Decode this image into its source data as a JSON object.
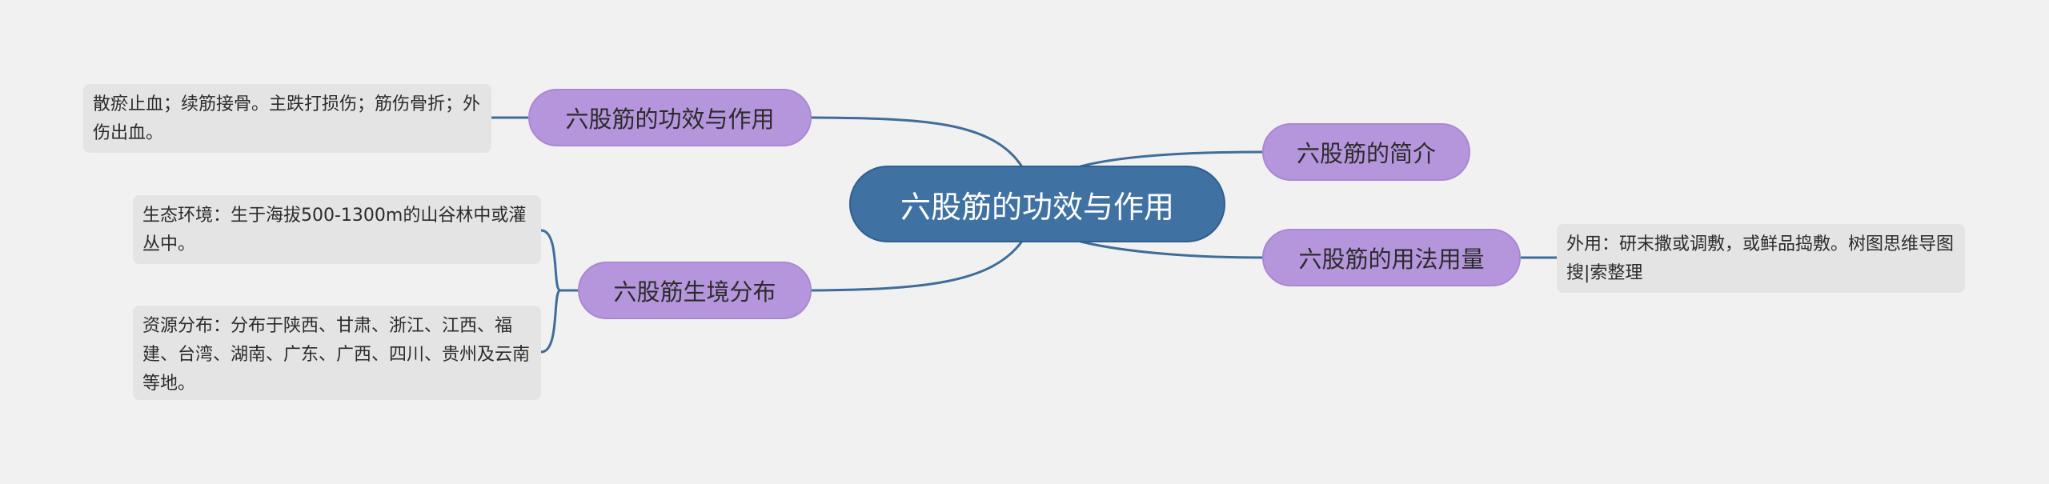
{
  "root": {
    "label": "六股筋的功效与作用"
  },
  "branches": {
    "efficacy": {
      "label": "六股筋的功效与作用"
    },
    "habitat": {
      "label": "六股筋生境分布"
    },
    "intro": {
      "label": "六股筋的简介"
    },
    "usage": {
      "label": "六股筋的用法用量"
    }
  },
  "leaves": {
    "efficacy_text": "散瘀止血；续筋接骨。主跌打损伤；筋伤骨折；外伤出血。",
    "environment_text": "生态环境：生于海拔500-1300m的山谷林中或灌丛中。",
    "distribution_text": "资源分布：分布于陕西、甘肃、浙江、江西、福建、台湾、湖南、广东、广西、四川、贵州及云南等地。",
    "usage_text": "外用：研末撒或调敷，或鲜品捣敷。树图思维导图搜|索整理"
  },
  "colors": {
    "background": "#f1f1f1",
    "root_fill": "#3f72a3",
    "branch_fill": "#b596dc",
    "leaf_fill": "#e4e4e4",
    "link": "#3f6d99"
  }
}
